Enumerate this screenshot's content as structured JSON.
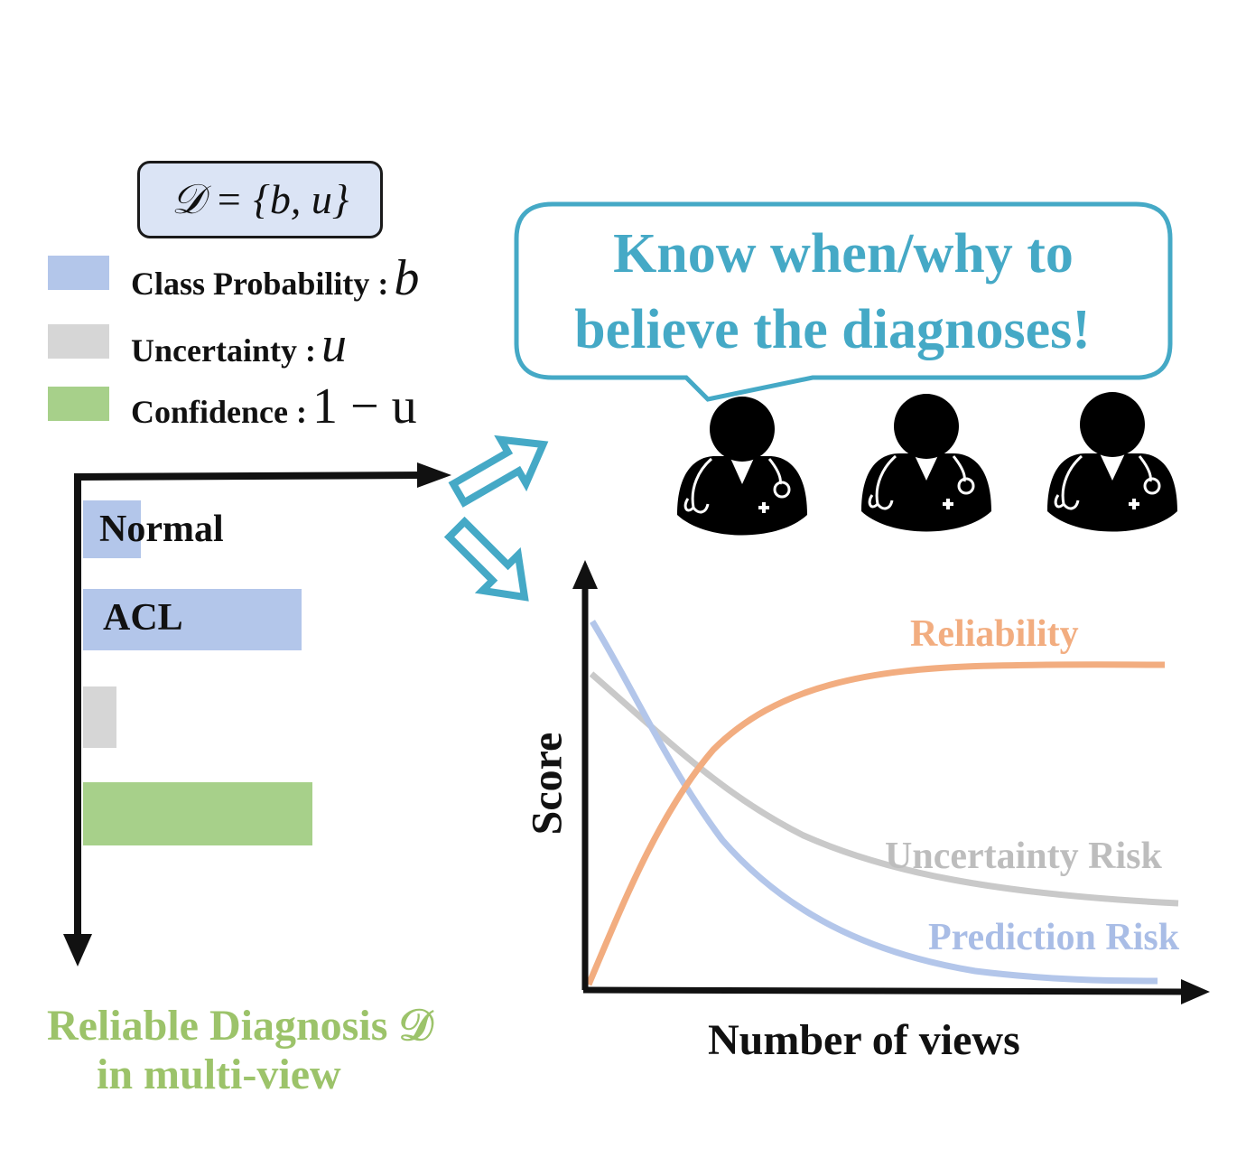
{
  "formula": "𝒟 = {b, u}",
  "legend": [
    {
      "label": "Class Probability :",
      "symbol": "b",
      "color": "#b3c6ea",
      "icon": "blue-swatch"
    },
    {
      "label": "Uncertainty :",
      "symbol": "u",
      "color": "#d6d6d6",
      "icon": "gray-swatch"
    },
    {
      "label": "Confidence :",
      "symbol": "1 − u",
      "color": "#a7d08a",
      "icon": "green-swatch"
    }
  ],
  "bars": [
    {
      "label": "Normal",
      "value": 0.21,
      "kind": "class-probability"
    },
    {
      "label": "ACL",
      "value": 0.79,
      "kind": "class-probability"
    },
    {
      "label": "",
      "value": 0.12,
      "kind": "uncertainty"
    },
    {
      "label": "",
      "value": 0.83,
      "kind": "confidence"
    }
  ],
  "caption": {
    "line1": "Reliable Diagnosis 𝒟",
    "line2": "in multi-view"
  },
  "bubble": {
    "line1": "Know when/why to",
    "line2": "believe the diagnoses!"
  },
  "doctors": [
    {
      "icon": "doctor-icon"
    },
    {
      "icon": "doctor-icon"
    },
    {
      "icon": "doctor-icon"
    }
  ],
  "chart": {
    "xlabel": "Number of views",
    "ylabel": "Score",
    "curves": [
      {
        "name": "Reliability",
        "color": "#f2ad80"
      },
      {
        "name": "Uncertainty Risk",
        "color": "#c9c9c9"
      },
      {
        "name": "Prediction Risk",
        "color": "#b3c6ea"
      }
    ]
  },
  "colors": {
    "accent": "#45a9c6",
    "blue": "#b3c6ea",
    "gray": "#d6d6d6",
    "green": "#a7d08a"
  }
}
